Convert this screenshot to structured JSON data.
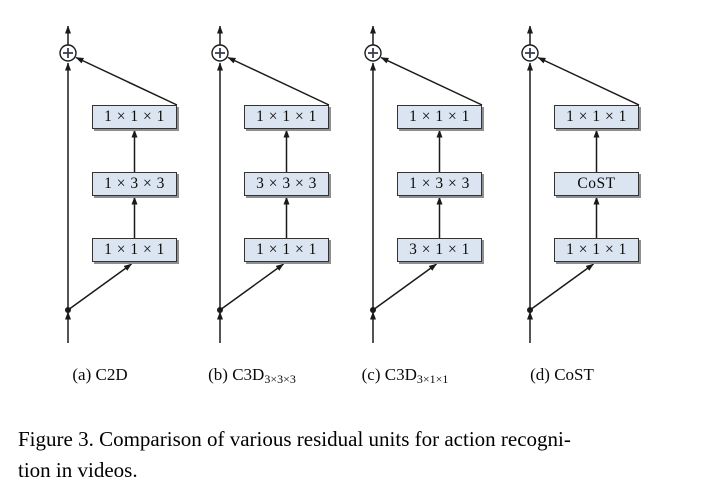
{
  "figure": {
    "caption_line1": "Figure 3. Comparison of various residual units for action recogni-",
    "caption_line2": "tion in videos.",
    "add_operator": "+",
    "colors": {
      "background": "#ffffff",
      "box_fill": "#dbe5f1",
      "box_border": "#333333",
      "box_shadow": "#8f8f8f",
      "wire": "#1a1a1a",
      "text": "#0a0a0a"
    },
    "units": [
      {
        "id": "a",
        "label_main": "(a) C2D",
        "label_sub": "",
        "boxes": [
          "1 × 1 × 1",
          "1 × 3 × 3",
          "1 × 1 × 1"
        ]
      },
      {
        "id": "b",
        "label_main": "(b) C3D",
        "label_sub": "3×3×3",
        "boxes": [
          "1 × 1 × 1",
          "3 × 3 × 3",
          "1 × 1 × 1"
        ]
      },
      {
        "id": "c",
        "label_main": "(c) C3D",
        "label_sub": "3×1×1",
        "boxes": [
          "1 × 1 × 1",
          "1 × 3 × 3",
          "3 × 1 × 1"
        ]
      },
      {
        "id": "d",
        "label_main": "(d) CoST",
        "label_sub": "",
        "boxes": [
          "1 × 1 × 1",
          "CoST",
          "1 × 1 × 1"
        ]
      }
    ]
  }
}
